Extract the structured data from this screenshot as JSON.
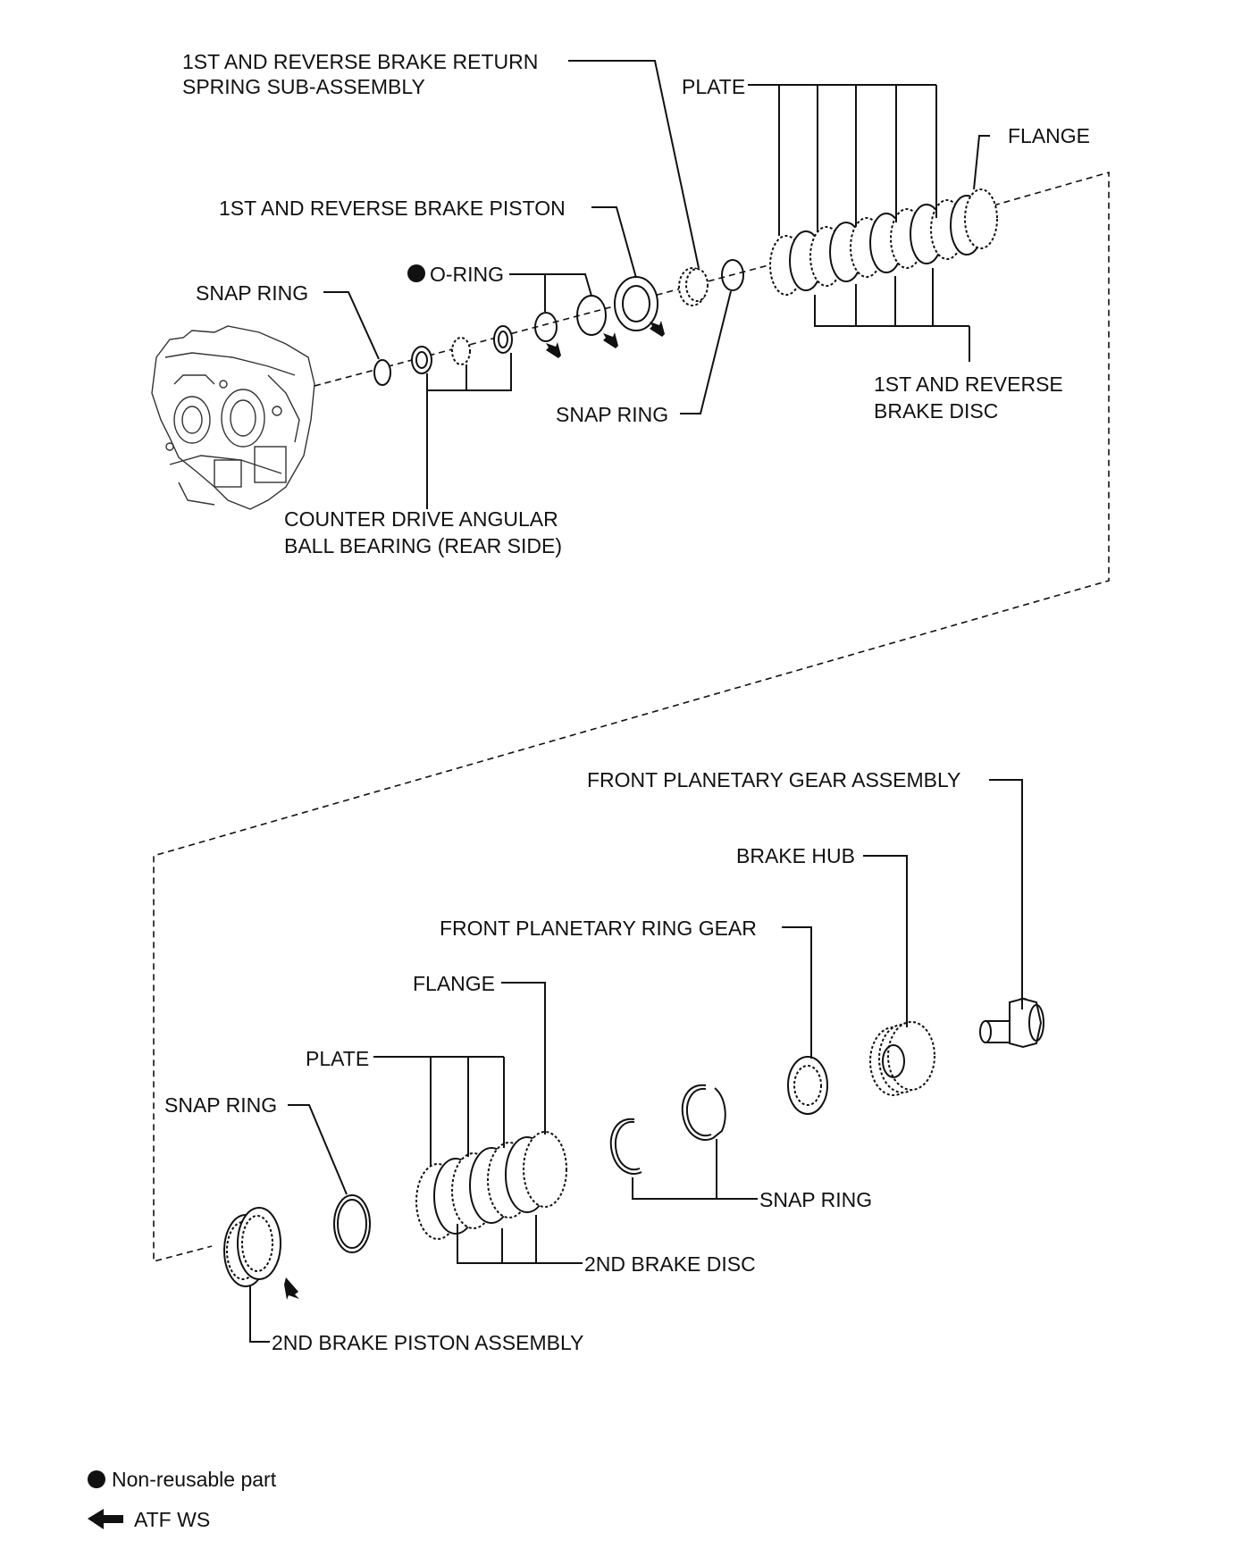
{
  "labels": {
    "return_spring": [
      "1ST AND REVERSE BRAKE RETURN",
      "SPRING SUB-ASSEMBLY"
    ],
    "plate_top": "PLATE",
    "flange_top": "FLANGE",
    "reverse_piston": "1ST AND REVERSE BRAKE PISTON",
    "o_ring": "O-RING",
    "snap_ring_top_left": "SNAP RING",
    "snap_ring_top_right": "SNAP RING",
    "reverse_disc": [
      "1ST AND REVERSE",
      "BRAKE DISC"
    ],
    "bearing": [
      "COUNTER DRIVE ANGULAR",
      "BALL BEARING (REAR SIDE)"
    ],
    "front_planetary_gear": "FRONT PLANETARY GEAR ASSEMBLY",
    "brake_hub": "BRAKE HUB",
    "front_planetary_ring": "FRONT PLANETARY RING GEAR",
    "flange_bottom": "FLANGE",
    "plate_bottom": "PLATE",
    "snap_ring_bottom_left": "SNAP RING",
    "snap_ring_bottom_right": "SNAP RING",
    "second_disc": "2ND BRAKE DISC",
    "second_piston": "2ND BRAKE PISTON ASSEMBLY"
  },
  "legend": {
    "non_reusable": "Non-reusable part",
    "atf": "ATF WS"
  }
}
